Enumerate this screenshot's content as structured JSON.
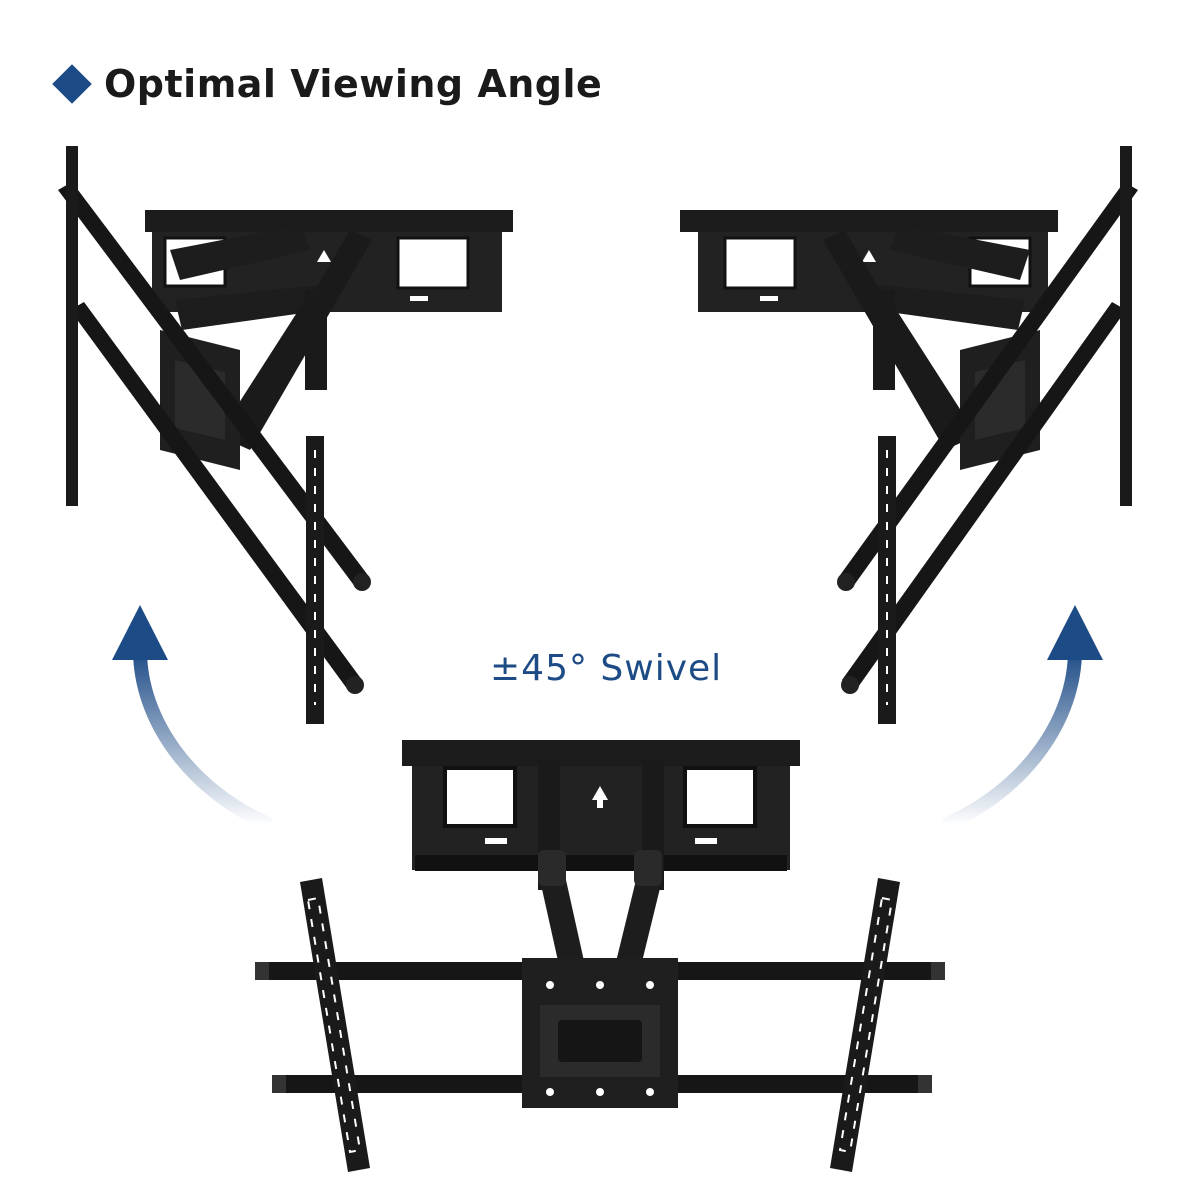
{
  "headline": {
    "text": "Optimal Viewing Angle",
    "bullet_color": "#1d4b86"
  },
  "swivel": {
    "text": "±45° Swivel",
    "color": "#1d4b86"
  },
  "arrows": {
    "left": "curved-up-arrow",
    "right": "curved-up-arrow",
    "color": "#1d4b86"
  },
  "mounts": [
    {
      "name": "mount-swiveled-left",
      "view": "rotated"
    },
    {
      "name": "mount-swiveled-right",
      "view": "rotated"
    },
    {
      "name": "mount-front-straight",
      "view": "straight"
    }
  ]
}
